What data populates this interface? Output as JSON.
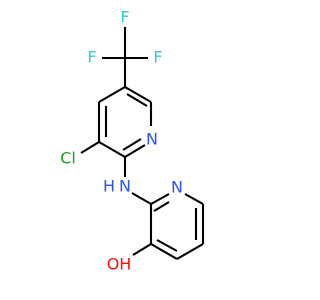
{
  "molecule": {
    "colors": {
      "bond": "#000000",
      "F": "#33cccc",
      "Cl": "#1fa01f",
      "N": "#3050f8",
      "O": "#ff0d0d",
      "background": "#ffffff"
    },
    "labels": {
      "f_top": "F",
      "f_left": "F",
      "f_right": "F",
      "cl": "Cl",
      "n_ring1": "N",
      "nh_n": "N",
      "nh_h": "H",
      "n_ring2": "N",
      "oh": "OH"
    }
  }
}
